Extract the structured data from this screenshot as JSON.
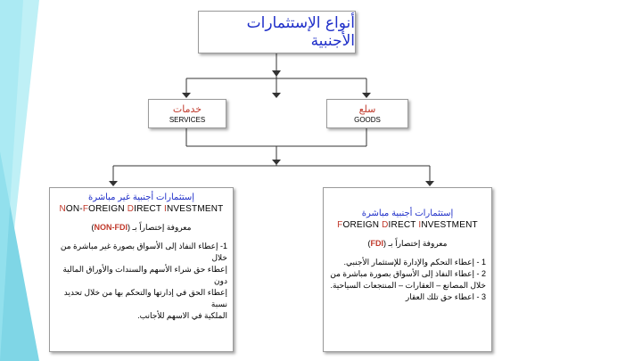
{
  "title": "أنواع الإستثمارات الأجنبية",
  "categories": {
    "goods": {
      "ar": "سلع",
      "en": "GOODS"
    },
    "services": {
      "ar": "خدمات",
      "en": "SERVICES"
    }
  },
  "fdi": {
    "ar_title": "إستثمارات أجنبية مباشرة",
    "en_words": [
      {
        "first": "F",
        "rest": "OREIGN "
      },
      {
        "first": "D",
        "rest": "IRECT "
      },
      {
        "first": "I",
        "rest": "NVESTMENT"
      }
    ],
    "known_as": "معروفة إختصاراً بـ",
    "abbr": "FDI",
    "body": [
      "1 - إعطاء التحكم والإدارة للإستثمار الأجنبي.",
      "2 - إعطاء النفاذ إلى الأسواق بصورة مباشرة من",
      "خلال المصانع – العقارات – المنتجعات السياحية.",
      "3 - اعطاء حق تلك العقار"
    ]
  },
  "nonfdi": {
    "ar_title": "إستثمارات أجنبية غير مباشرة",
    "en_words": [
      {
        "first": "N",
        "rest": "ON-"
      },
      {
        "first": "F",
        "rest": "OREIGN "
      },
      {
        "first": "D",
        "rest": "IRECT "
      },
      {
        "first": "I",
        "rest": "NVESTMENT"
      }
    ],
    "known_as": "معروفة إختصاراً بـ",
    "abbr": "NON-FDI",
    "body": [
      "1- إعطاء النفاذ إلى الأسواق بصورة غير مباشرة من خلال",
      "إعطاء حق شراء الأسهم والسندات والأوراق المالية دون",
      "إعطاء الحق في إدارتها والتحكم بها من خلال تحديد نسبة",
      "الملكية في الاسهم للأجانب."
    ]
  },
  "colors": {
    "accent_top": "#8ee2ef",
    "accent_bottom": "#5cc8de",
    "title": "#1f2fc9",
    "highlight": "#c0392b"
  }
}
